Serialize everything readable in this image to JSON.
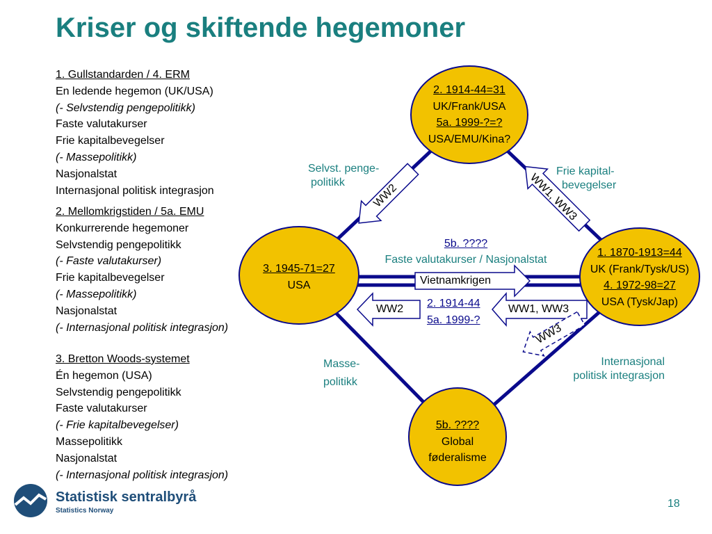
{
  "title": "Kriser og skiftende hegemoner",
  "left_text": {
    "block1": [
      {
        "text": "1. Gullstandarden / 4. ERM",
        "style": "head"
      },
      {
        "text": "En ledende hegemon (UK/USA)",
        "style": ""
      },
      {
        "text": "(- Selvstendig pengepolitikk)",
        "style": "it"
      },
      {
        "text": "Faste valutakurser",
        "style": ""
      },
      {
        "text": "Frie kapitalbevegelser",
        "style": ""
      },
      {
        "text": "(- Massepolitikk)",
        "style": "it"
      },
      {
        "text": "Nasjonalstat",
        "style": ""
      },
      {
        "text": "Internasjonal politisk integrasjon",
        "style": ""
      }
    ],
    "block2": [
      {
        "text": "2. Mellomkrigstiden / 5a. EMU",
        "style": "head"
      },
      {
        "text": "Konkurrerende hegemoner",
        "style": ""
      },
      {
        "text": "Selvstendig pengepolitikk",
        "style": ""
      },
      {
        "text": "(- Faste valutakurser)",
        "style": "it"
      },
      {
        "text": "Frie kapitalbevegelser",
        "style": ""
      },
      {
        "text": "(- Massepolitikk)",
        "style": "it"
      },
      {
        "text": "Nasjonalstat",
        "style": ""
      },
      {
        "text": "(- Internasjonal politisk integrasjon)",
        "style": "it"
      }
    ],
    "block3": [
      {
        "text": "3. Bretton Woods-systemet",
        "style": "head"
      },
      {
        "text": "Én hegemon (USA)",
        "style": ""
      },
      {
        "text": "Selvstendig pengepolitikk",
        "style": ""
      },
      {
        "text": "Faste valutakurser",
        "style": ""
      },
      {
        "text": "(- Frie kapitalbevegelser)",
        "style": "it"
      },
      {
        "text": "Massepolitikk",
        "style": ""
      },
      {
        "text": "Nasjonalstat",
        "style": ""
      },
      {
        "text": "(- Internasjonal politisk integrasjon)",
        "style": "it"
      }
    ]
  },
  "nodes": {
    "top": {
      "line1": "2. 1914-44=31",
      "line2": "UK/Frank/USA",
      "line3": "5a. 1999-?=?",
      "line4": "USA/EMU/Kina?"
    },
    "left": {
      "line1": "3. 1945-71=27",
      "line2": "USA"
    },
    "right": {
      "line1": "1. 1870-1913=44",
      "line2": "UK (Frank/Tysk/US)",
      "line3": "4. 1972-98=27",
      "line4": "USA (Tysk/Jap)"
    },
    "bottom": {
      "line1": "5b. ????",
      "line2": "Global",
      "line3": "føderalisme"
    }
  },
  "edge_labels": {
    "top_left": {
      "line1": "Selvst. penge-",
      "line2": "politikk"
    },
    "top_right": {
      "line1": "Frie kapital-",
      "line2": "bevegelser"
    },
    "bottom_left": {
      "line1": "Masse-",
      "line2": "politikk"
    },
    "bottom_right": {
      "line1": "Internasjonal",
      "line2": "politisk integrasjon"
    },
    "center": {
      "line1": "5b. ????",
      "line2": "Faste valutakurser / Nasjonalstat"
    },
    "center_lower": {
      "line1": "2. 1914-44",
      "line2": "5a. 1999-?"
    }
  },
  "arrows": {
    "ww2_top": "WW2",
    "ww1_ww3_top": "WW1, WW3",
    "vietnam": "Vietnamkrigen",
    "ww2_center": "WW2",
    "ww1_ww3_center": "WW1, WW3",
    "ww3": "WW3"
  },
  "colors": {
    "title": "#1a7f7f",
    "node_fill": "#f2c200",
    "line": "#0a0a8c",
    "logo": "#1f4e79"
  },
  "logo": {
    "name": "Statistisk sentralbyrå",
    "subtitle": "Statistics Norway"
  },
  "page_number": "18"
}
